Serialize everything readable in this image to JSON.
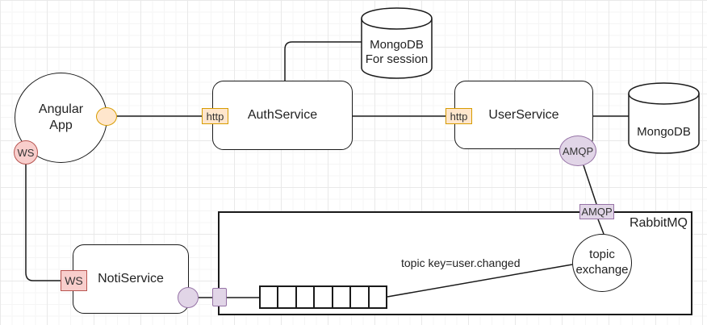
{
  "nodes": {
    "angular_app": "Angular\nApp",
    "auth_service": "AuthService",
    "user_service": "UserService",
    "noti_service": "NotiService",
    "mongodb_session": "MongoDB\nFor session",
    "mongodb_user": "MongoDB",
    "rabbitmq": "RabbitMQ",
    "topic_exchange": "topic\nexchange"
  },
  "ports": {
    "ws_app": "WS",
    "ws_noti": "WS",
    "http_auth": "http",
    "http_user": "http",
    "amqp_user": "AMQP",
    "amqp_rabbitmq": "AMQP"
  },
  "edge_labels": {
    "topic_key": "topic key=user.changed"
  },
  "colors": {
    "node_stroke": "#1a1a1a",
    "node_fill": "#ffffff",
    "text": "#222222",
    "orange_fill": "#ffe6cc",
    "orange_stroke": "#d79b00",
    "red_fill": "#f8cecc",
    "red_stroke": "#b85450",
    "purple_fill": "#e1d5e7",
    "purple_stroke": "#9673a6",
    "grid_minor": "#f5f5f5",
    "grid_major": "#e9e9e9"
  }
}
